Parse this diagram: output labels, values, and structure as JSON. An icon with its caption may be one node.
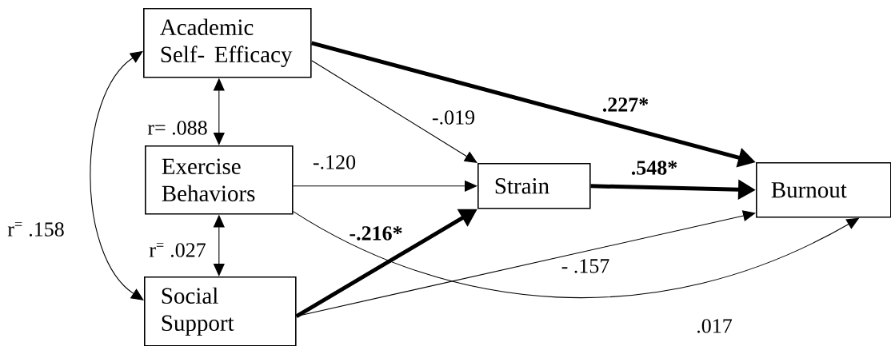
{
  "diagram": {
    "nodes": [
      {
        "text": [
          "Academic Self- Efficacy"
        ]
      },
      {
        "text": [
          "Exercise Behaviors"
        ]
      },
      {
        "text": [
          "Social Support"
        ]
      },
      {
        "text": [
          "Strain"
        ]
      },
      {
        "text": [
          "Burnout"
        ]
      }
    ],
    "edges": [
      {
        "from": 0,
        "to": 4,
        "arrow": "to",
        "label": ".227*",
        "style": "thick"
      },
      {
        "from": 0,
        "to": 1,
        "arrow": "both",
        "label": "r= .088"
      },
      {
        "from": 0,
        "to": 3,
        "arrow": "to",
        "label": "-.019"
      },
      {
        "from": 1,
        "to": 3,
        "arrow": "to",
        "label": "-.120"
      },
      {
        "from": 1,
        "to": 2,
        "arrow": "both",
        "label": "r$^{=}$ .027"
      },
      {
        "from": 0,
        "to": 2,
        "arrow": "both",
        "label": "r$^{=}$ .158"
      },
      {
        "from": 2,
        "to": 3,
        "arrow": "to",
        "label": "-.216*",
        "style": "thick"
      },
      {
        "from": 3,
        "to": 4,
        "arrow": "to",
        "label": ".548*",
        "style": "thick"
      },
      {
        "from": 2,
        "to": 4,
        "arrow": "to",
        "label": "-  .157"
      },
      {
        "from": 1,
        "to": 4,
        "arrow": "to",
        "label": ".017"
      }
    ]
  }
}
